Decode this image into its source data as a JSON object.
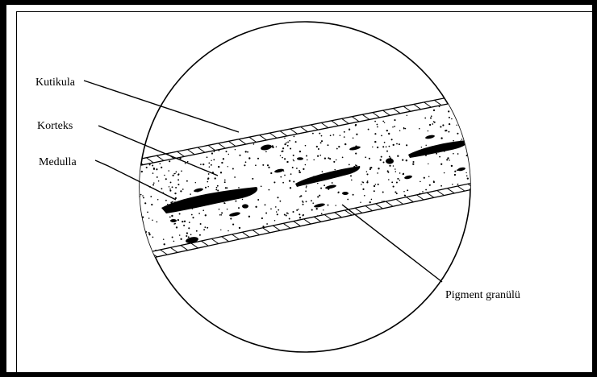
{
  "labels": {
    "kutikula": "Kutikula",
    "korteks": "Korteks",
    "medulla": "Medulla",
    "pigment": "Pigment granülü"
  },
  "colors": {
    "ink": "#000000",
    "background": "#ffffff"
  }
}
